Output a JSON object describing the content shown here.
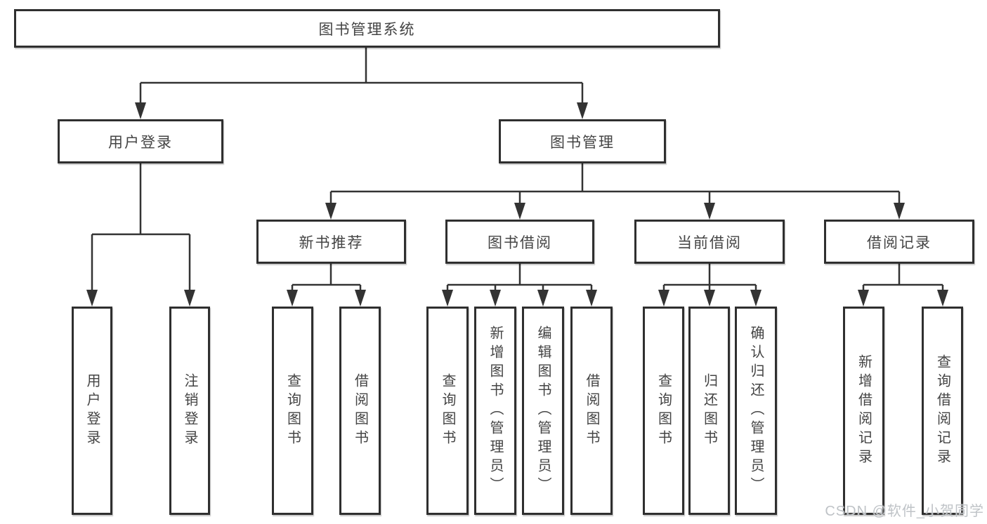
{
  "tree": {
    "label": "图书管理系统",
    "children": [
      {
        "label": "用户登录",
        "children": [
          {
            "label": "用户登录"
          },
          {
            "label": "注销登录"
          }
        ]
      },
      {
        "label": "图书管理",
        "children": [
          {
            "label": "新书推荐",
            "children": [
              {
                "label": "查询图书"
              },
              {
                "label": "借阅图书"
              }
            ]
          },
          {
            "label": "图书借阅",
            "children": [
              {
                "label": "查询图书"
              },
              {
                "label": "新增图书（管理员）"
              },
              {
                "label": "编辑图书（管理员）"
              },
              {
                "label": "借阅图书"
              }
            ]
          },
          {
            "label": "当前借阅",
            "children": [
              {
                "label": "查询图书"
              },
              {
                "label": "归还图书"
              },
              {
                "label": "确认归还（管理员）"
              }
            ]
          },
          {
            "label": "借阅记录",
            "children": [
              {
                "label": "新增借阅记录"
              },
              {
                "label": "查询借阅记录"
              }
            ]
          }
        ]
      }
    ]
  },
  "watermark": {
    "text": "CSDN @软件_小贺同学"
  },
  "colors": {
    "line": "#333333",
    "box_border": "#2f2f2f",
    "text": "#444444",
    "background": "#ffffff",
    "watermark": "#bfc3c7"
  }
}
